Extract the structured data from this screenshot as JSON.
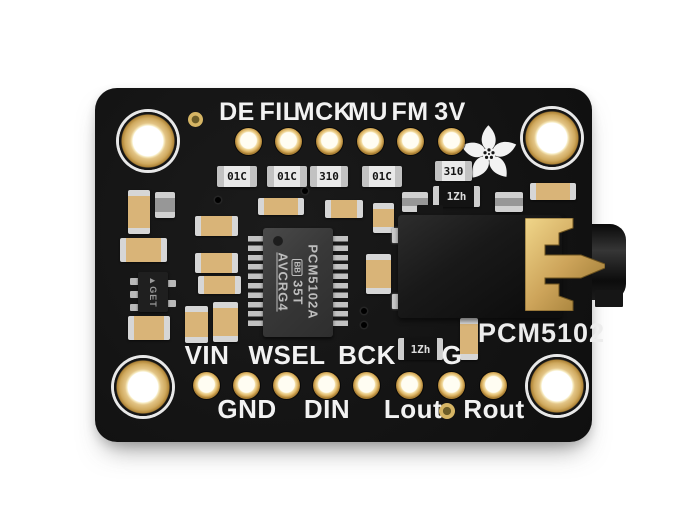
{
  "photo": {
    "subject": "Black audio DAC breakout board PCB on white background, 3.5mm headphone jack on right",
    "background_color": "#ffffff",
    "pcb_color": "#141414",
    "gold_color": "#d6b060",
    "silkscreen_color": "#f2f2f2"
  },
  "silkscreen": {
    "part_number": "PCM5102",
    "top_labels": [
      "DE",
      "FIL",
      "MCK",
      "MU",
      "FM",
      "3V"
    ],
    "bottom_upper_labels": [
      "VIN",
      "WSEL",
      "BCK",
      "G"
    ],
    "bottom_lower_labels": [
      "GND",
      "DIN",
      "Lout",
      "Rout"
    ],
    "logo": "adafruit-flower"
  },
  "dac_chip": {
    "logo": "BB",
    "line1": "PCM5102A",
    "line2": "35T",
    "line3": "AVCRG4"
  },
  "regulator": {
    "marking": "▲GET"
  },
  "smd_markings": {
    "row": [
      "01C",
      "01C",
      "310",
      "01C"
    ],
    "right_top": "310",
    "right_mid": "1Zh",
    "near_g": "1Zh"
  }
}
